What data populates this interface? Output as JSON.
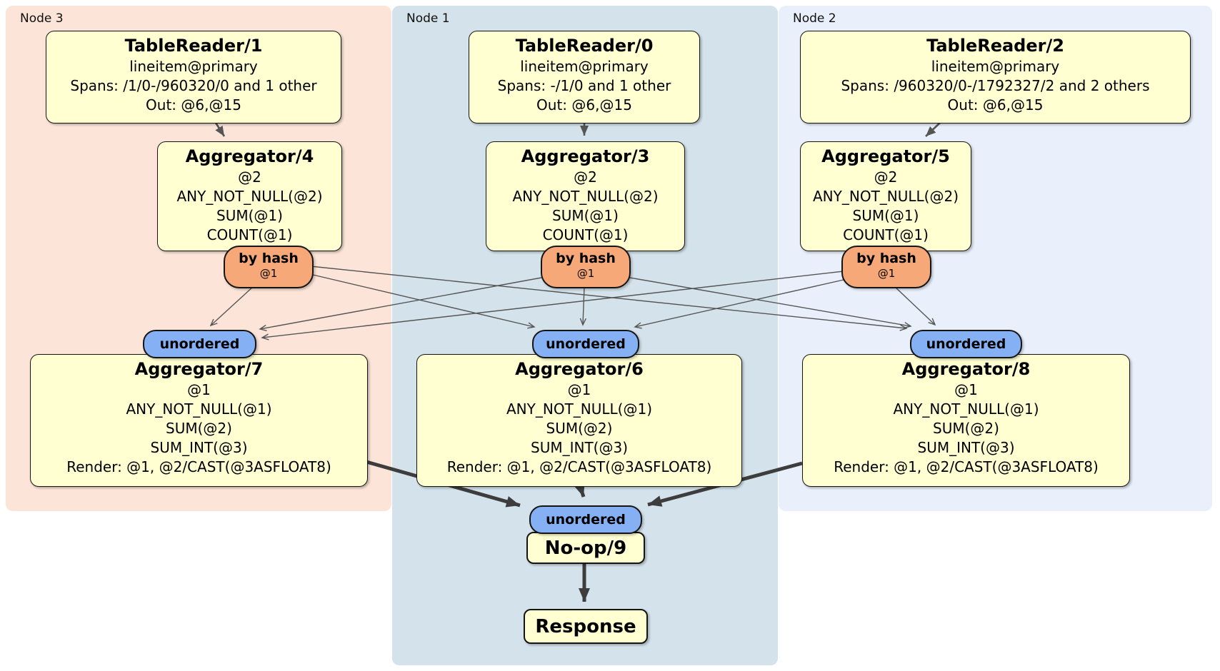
{
  "groups": [
    {
      "id": "node3",
      "label": "Node 3",
      "bg": "#fce5d8"
    },
    {
      "id": "node1",
      "label": "Node 1",
      "bg": "#d4e2eb"
    },
    {
      "id": "node2",
      "label": "Node 2",
      "bg": "#e9f0fb"
    }
  ],
  "colors": {
    "processor_fill": "#ffffd2",
    "router_fill": "#f6a878",
    "sync_fill": "#85b0f4",
    "edge_thin": "#555555",
    "edge_thick": "#3d3d3d",
    "border": "#151515"
  },
  "processors": {
    "tr1": {
      "title": "TableReader/1",
      "lines": [
        "lineitem@primary",
        "Spans: /1/0-/960320/0 and 1 other",
        "Out: @6,@15"
      ]
    },
    "tr0": {
      "title": "TableReader/0",
      "lines": [
        "lineitem@primary",
        "Spans: -/1/0 and 1 other",
        "Out: @6,@15"
      ]
    },
    "tr2": {
      "title": "TableReader/2",
      "lines": [
        "lineitem@primary",
        "Spans: /960320/0-/1792327/2 and 2 others",
        "Out: @6,@15"
      ]
    },
    "agg4": {
      "title": "Aggregator/4",
      "lines": [
        "@2",
        "ANY_NOT_NULL(@2)",
        "SUM(@1)",
        "COUNT(@1)"
      ]
    },
    "agg3": {
      "title": "Aggregator/3",
      "lines": [
        "@2",
        "ANY_NOT_NULL(@2)",
        "SUM(@1)",
        "COUNT(@1)"
      ]
    },
    "agg5": {
      "title": "Aggregator/5",
      "lines": [
        "@2",
        "ANY_NOT_NULL(@2)",
        "SUM(@1)",
        "COUNT(@1)"
      ]
    },
    "agg7": {
      "title": "Aggregator/7",
      "lines": [
        "@1",
        "ANY_NOT_NULL(@1)",
        "SUM(@2)",
        "SUM_INT(@3)",
        "Render: @1, @2/CAST(@3ASFLOAT8)"
      ]
    },
    "agg6": {
      "title": "Aggregator/6",
      "lines": [
        "@1",
        "ANY_NOT_NULL(@1)",
        "SUM(@2)",
        "SUM_INT(@3)",
        "Render: @1, @2/CAST(@3ASFLOAT8)"
      ]
    },
    "agg8": {
      "title": "Aggregator/8",
      "lines": [
        "@1",
        "ANY_NOT_NULL(@1)",
        "SUM(@2)",
        "SUM_INT(@3)",
        "Render: @1, @2/CAST(@3ASFLOAT8)"
      ]
    },
    "noop": {
      "title": "No-op/9"
    },
    "response": {
      "title": "Response"
    }
  },
  "router": {
    "label": "by hash",
    "sub": "@1"
  },
  "sync": {
    "label": "unordered"
  },
  "edges": [
    {
      "from": "tr1",
      "to": "agg4",
      "style": "medium"
    },
    {
      "from": "tr0",
      "to": "agg3",
      "style": "medium"
    },
    {
      "from": "tr2",
      "to": "agg5",
      "style": "medium"
    },
    {
      "from": "router-agg4",
      "to": "sync-agg7",
      "style": "thin"
    },
    {
      "from": "router-agg4",
      "to": "sync-agg6",
      "style": "thin"
    },
    {
      "from": "router-agg4",
      "to": "sync-agg8",
      "style": "thin"
    },
    {
      "from": "router-agg3",
      "to": "sync-agg7",
      "style": "thin"
    },
    {
      "from": "router-agg3",
      "to": "sync-agg6",
      "style": "thin"
    },
    {
      "from": "router-agg3",
      "to": "sync-agg8",
      "style": "thin"
    },
    {
      "from": "router-agg5",
      "to": "sync-agg7",
      "style": "thin"
    },
    {
      "from": "router-agg5",
      "to": "sync-agg6",
      "style": "thin"
    },
    {
      "from": "router-agg5",
      "to": "sync-agg8",
      "style": "thin"
    },
    {
      "from": "agg7",
      "to": "sync-noop",
      "style": "thick"
    },
    {
      "from": "agg6",
      "to": "sync-noop",
      "style": "thick"
    },
    {
      "from": "agg8",
      "to": "sync-noop",
      "style": "thick"
    },
    {
      "from": "noop",
      "to": "response",
      "style": "thick"
    }
  ]
}
